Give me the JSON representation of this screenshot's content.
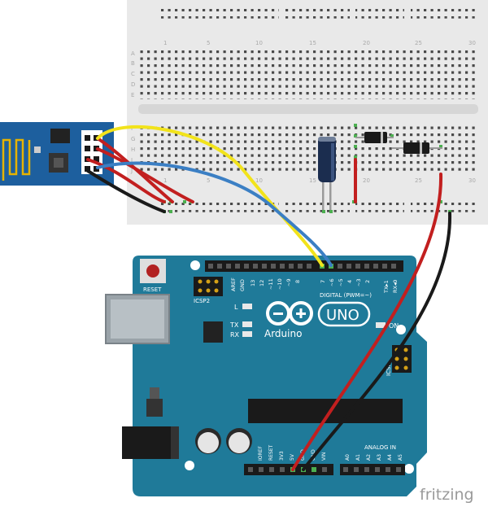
{
  "breadboard": {
    "column_numbers": [
      "1",
      "5",
      "10",
      "15",
      "20",
      "25",
      "30"
    ],
    "rows_top": [
      "A",
      "B",
      "C",
      "D",
      "E"
    ],
    "rows_bottom": [
      "F",
      "G",
      "H",
      "I",
      "J"
    ]
  },
  "arduino": {
    "logo_text": "Arduino",
    "model": "UNO",
    "reset_label": "RESET",
    "icsp2_label": "ICSP2",
    "icsp_label": "ICSP",
    "led_labels": [
      "L",
      "TX",
      "RX",
      "ON"
    ],
    "digital_label": "DIGITAL (PWM=~)",
    "digital_pins": [
      "AREF",
      "GND",
      "13",
      "12",
      "~11",
      "~10",
      "~9",
      "8",
      "7",
      "~6",
      "~5",
      "4",
      "~3",
      "2",
      "TX▸1",
      "RX◂0"
    ],
    "power_pins": [
      "IOREF",
      "RESET",
      "3V3",
      "5V",
      "GND",
      "GND",
      "VIN"
    ],
    "analog_label": "ANALOG IN",
    "analog_pins": [
      "A0",
      "A1",
      "A2",
      "A3",
      "A4",
      "A5"
    ]
  },
  "brand": "fritzing",
  "colors": {
    "board": "#1f7a99",
    "breadboard": "#e8e8e8",
    "wire_red": "#c21f1f",
    "wire_black": "#1a1a1a",
    "wire_yellow": "#f2e31b",
    "wire_blue": "#3b7fc4",
    "esp_module": "#1d5f9e"
  }
}
